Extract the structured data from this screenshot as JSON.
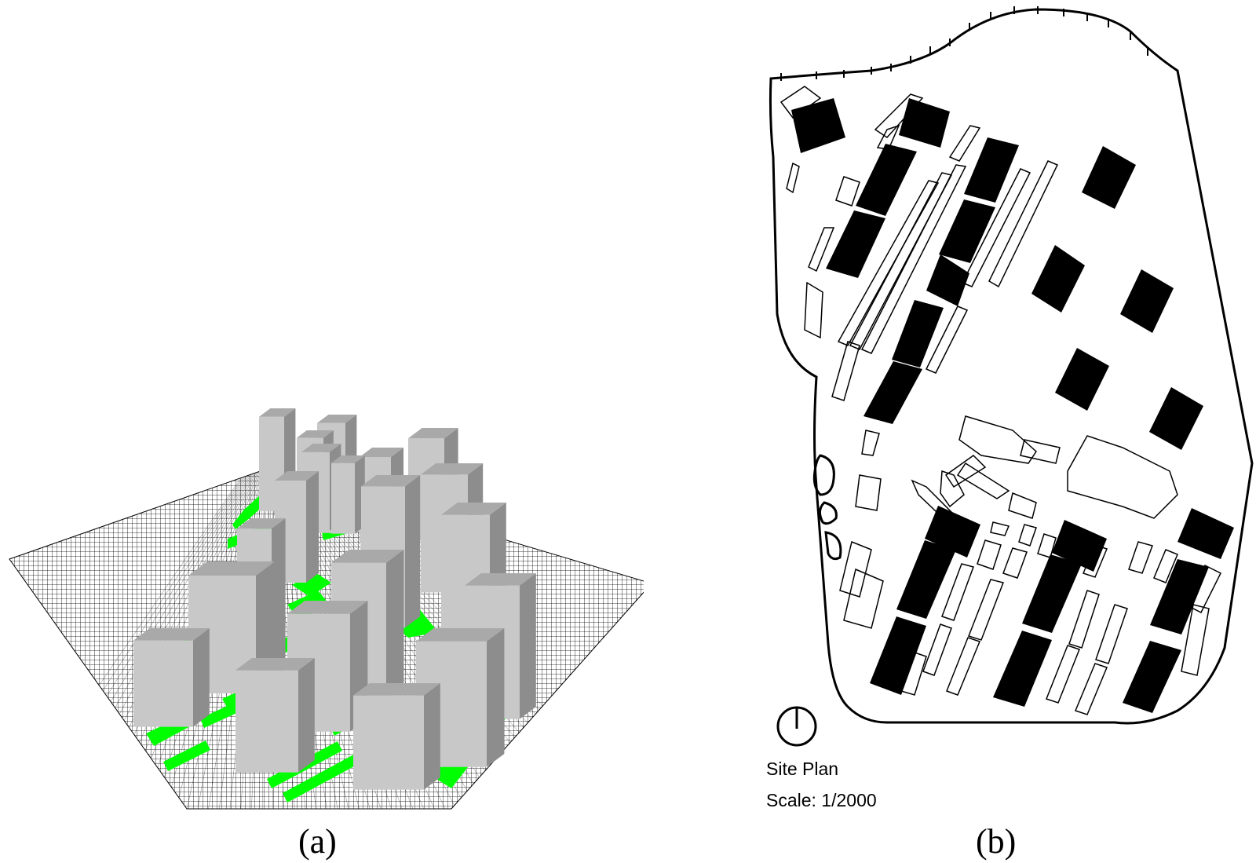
{
  "panels": {
    "a": {
      "caption": "(a)"
    },
    "b": {
      "caption": "(b)",
      "title": "Site Plan",
      "scale": "Scale: 1/2000"
    }
  },
  "colors": {
    "mesh": "#000000",
    "green_area": "#00ff00",
    "building_light": "#c8c8c8",
    "building_mid": "#a9a9a9",
    "building_dark": "#8d8d8d",
    "plan_block": "#000000",
    "plan_line": "#000000"
  },
  "icons": {
    "north": "north-arrow-icon"
  }
}
